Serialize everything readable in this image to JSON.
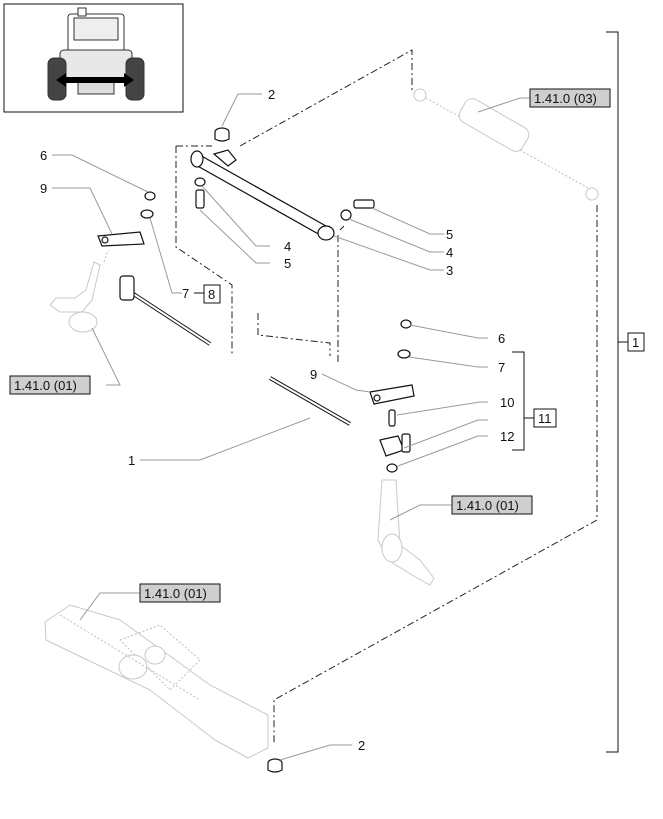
{
  "callouts": {
    "c1": "1",
    "c2_top": "2",
    "c2_bottom": "2",
    "c3": "3",
    "c4_left": "4",
    "c4_right": "4",
    "c5_left": "5",
    "c5_right": "5",
    "c6_left": "6",
    "c6_right": "6",
    "c7_left": "7",
    "c7_right": "7",
    "c9_left": "9",
    "c9_right": "9",
    "c10": "10",
    "c12": "12"
  },
  "boxes": {
    "box1": "1",
    "box8": "8",
    "box11": "11"
  },
  "references": {
    "ref_top_right": "1.41.0 (03)",
    "ref_left": "1.41.0 (01)",
    "ref_mid_right": "1.41.0 (01)",
    "ref_bottom": "1.41.0 (01)"
  }
}
